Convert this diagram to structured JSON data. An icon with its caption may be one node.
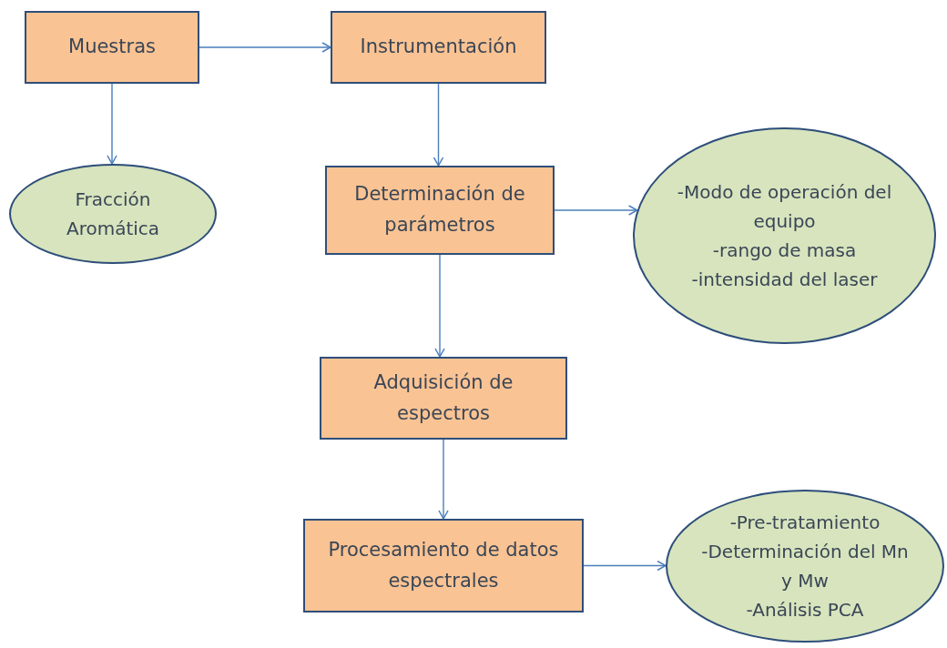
{
  "diagram": {
    "nodes": [
      {
        "text": [
          "Muestras"
        ]
      },
      {
        "text": [
          "Instrumentación"
        ]
      },
      {
        "text": [
          "Fracción Aromática"
        ]
      },
      {
        "text": [
          "Determinación de parámetros"
        ]
      },
      {
        "text": [
          "-Modo de operación del equipo",
          "-rango de masa",
          "-intensidad del laser"
        ]
      },
      {
        "text": [
          "Adquisición de espectros"
        ]
      },
      {
        "text": [
          "Procesamiento de datos espectrales"
        ]
      },
      {
        "text": [
          "-Pre-tratamiento",
          "-Determinación del Mn y Mw",
          "-Análisis PCA"
        ]
      }
    ],
    "edges": [
      {
        "from": 0,
        "to": 1,
        "arrow": "to"
      },
      {
        "from": 0,
        "to": 2,
        "arrow": "to"
      },
      {
        "from": 1,
        "to": 3,
        "arrow": "to"
      },
      {
        "from": 3,
        "to": 4,
        "arrow": "to"
      },
      {
        "from": 3,
        "to": 5,
        "arrow": "to"
      },
      {
        "from": 5,
        "to": 6,
        "arrow": "to"
      },
      {
        "from": 6,
        "to": 7,
        "arrow": "to"
      }
    ]
  }
}
